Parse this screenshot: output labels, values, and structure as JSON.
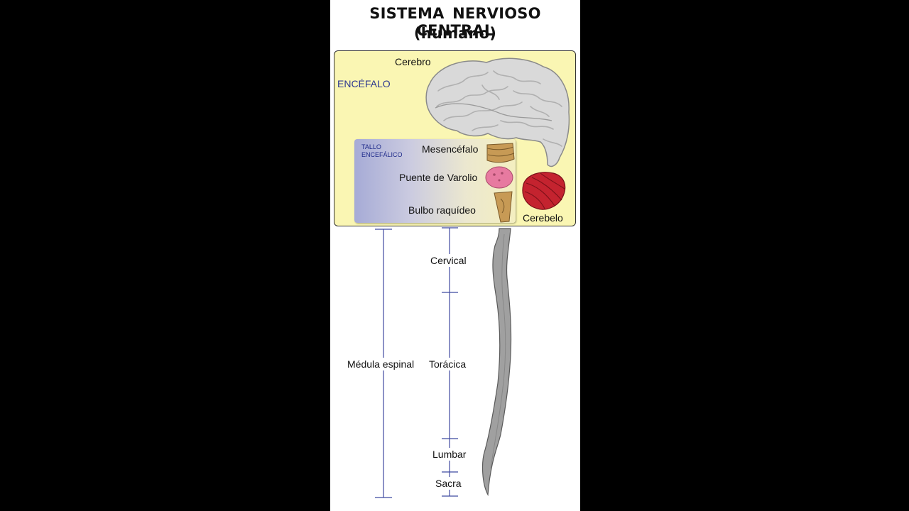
{
  "title": {
    "line1": "SISTEMA NERVIOSO CENTRAL",
    "line2": "(humano)"
  },
  "encefalo": {
    "group_label": "ENCÉFALO",
    "cerebro": "Cerebro",
    "cerebelo": "Cerebelo"
  },
  "tallo": {
    "label_line1": "TALLO",
    "label_line2": "ENCEFÁLICO",
    "parts": [
      "Mesencéfalo",
      "Puente de Varolio",
      "Bulbo raquídeo"
    ]
  },
  "medula": {
    "label": "Médula espinal",
    "regions": [
      "Cervical",
      "Torácica",
      "Lumbar",
      "Sacra"
    ]
  },
  "colors": {
    "background": "#000000",
    "panel": "#ffffff",
    "encefalo_fill": "#faf6b3",
    "bracket": "#3f4aa0",
    "brain": "#d9d9d9",
    "cerebellum": "#c4232f",
    "pons": "#e77aa0",
    "midbrain": "#c79a55"
  },
  "icons": [
    "brain-illustration",
    "cerebellum-illustration",
    "midbrain-illustration",
    "pons-illustration",
    "medulla-illustration",
    "spinal-cord-illustration"
  ]
}
